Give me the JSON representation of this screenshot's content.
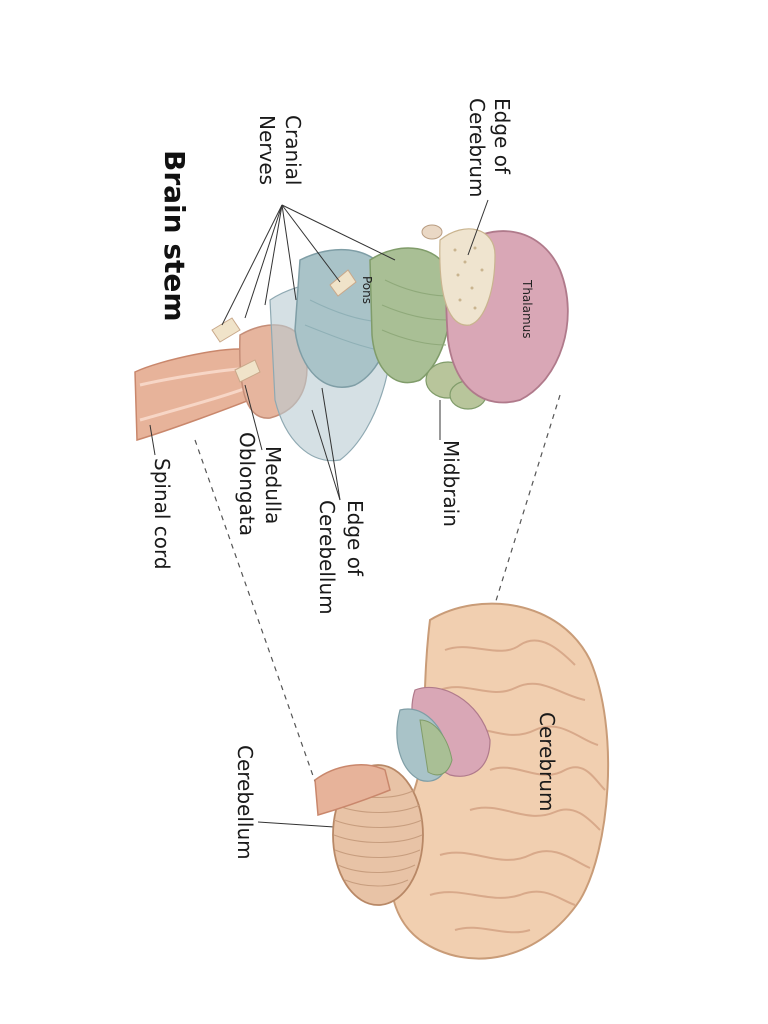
{
  "title": "Brain stem",
  "labels": {
    "edge_of_cerebrum_1": "Edge of",
    "edge_of_cerebrum_2": "Cerebrum",
    "cranial_nerves_1": "Cranial",
    "cranial_nerves_2": "Nerves",
    "thalamus": "Thalamus",
    "pons": "Pons",
    "midbrain": "Midbrain",
    "edge_of_cerebellum_1": "Edge of",
    "edge_of_cerebellum_2": "Cerebellum",
    "medulla_1": "Medulla",
    "medulla_2": "Oblongata",
    "spinal_cord": "Spinal cord",
    "cerebrum": "Cerebrum",
    "cerebellum": "Cerebellum"
  },
  "colors": {
    "cerebrum": "#f1cfb0",
    "thalamus": "#d9a7b6",
    "midbrain": "#a9bf95",
    "pons": "#a9c3c8",
    "nerve": "#f0e3c9",
    "spinal_cord": "#e7b39a"
  }
}
